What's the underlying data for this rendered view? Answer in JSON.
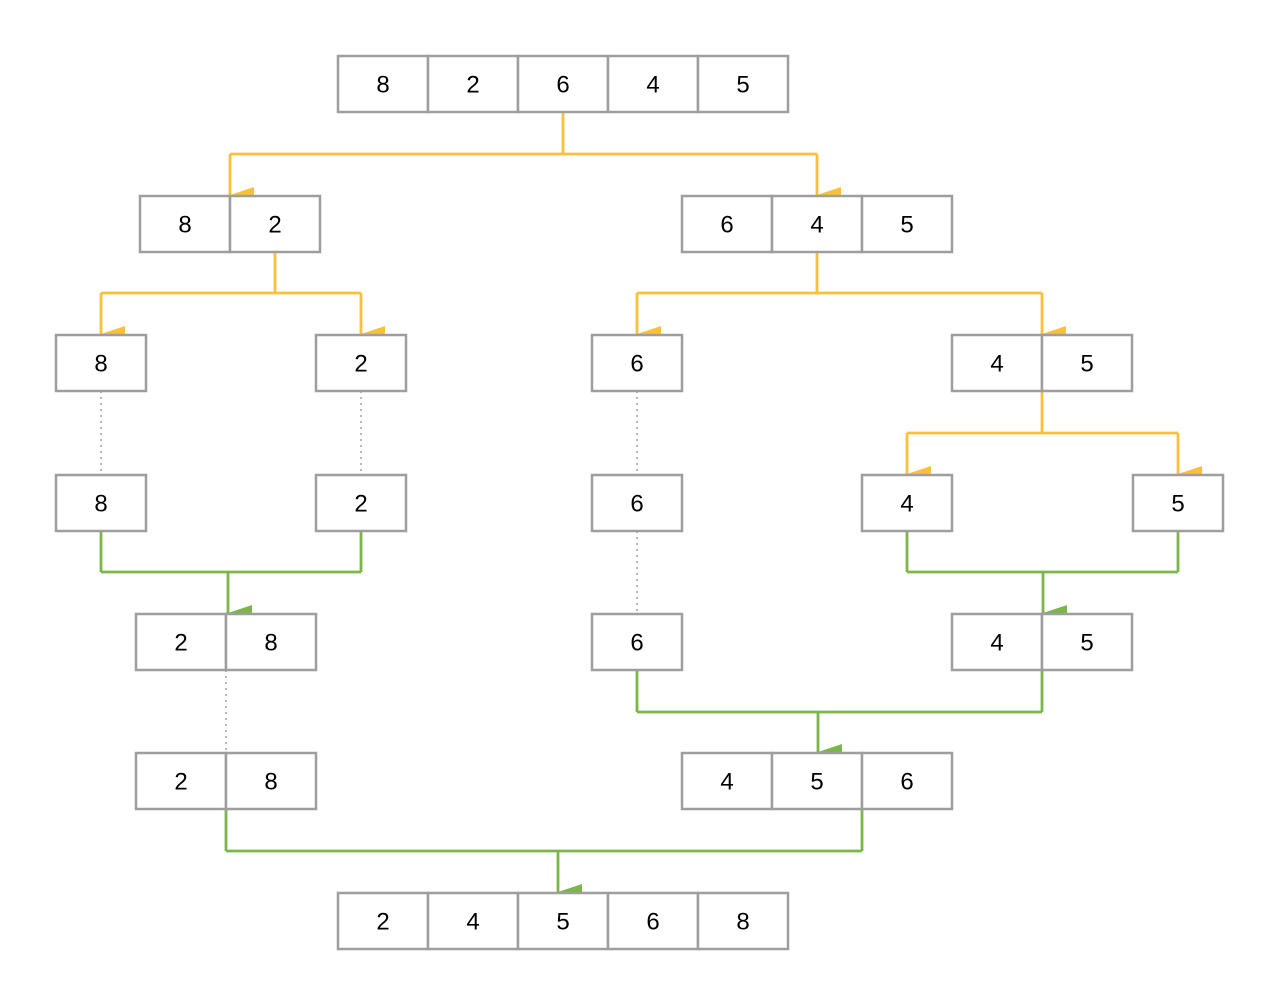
{
  "colors": {
    "cell_border": "#9e9e9e",
    "split_connector": "#fbc03a",
    "merge_connector": "#7ab648",
    "carry_connector": "#b0b0b0",
    "text": "#000000"
  },
  "arrays": {
    "input": [
      "8",
      "2",
      "6",
      "4",
      "5"
    ],
    "split_left": [
      "8",
      "2"
    ],
    "split_right": [
      "6",
      "4",
      "5"
    ],
    "leaf_8": [
      "8"
    ],
    "leaf_2": [
      "2"
    ],
    "leaf_6": [
      "6"
    ],
    "split_45": [
      "4",
      "5"
    ],
    "carry_8": [
      "8"
    ],
    "carry_2": [
      "2"
    ],
    "carry_6a": [
      "6"
    ],
    "leaf_4": [
      "4"
    ],
    "leaf_5": [
      "5"
    ],
    "merged_28": [
      "2",
      "8"
    ],
    "carry_6b": [
      "6"
    ],
    "merged_45": [
      "4",
      "5"
    ],
    "carry_28": [
      "2",
      "8"
    ],
    "merged_456": [
      "4",
      "5",
      "6"
    ],
    "sorted_output": [
      "2",
      "4",
      "5",
      "6",
      "8"
    ]
  }
}
